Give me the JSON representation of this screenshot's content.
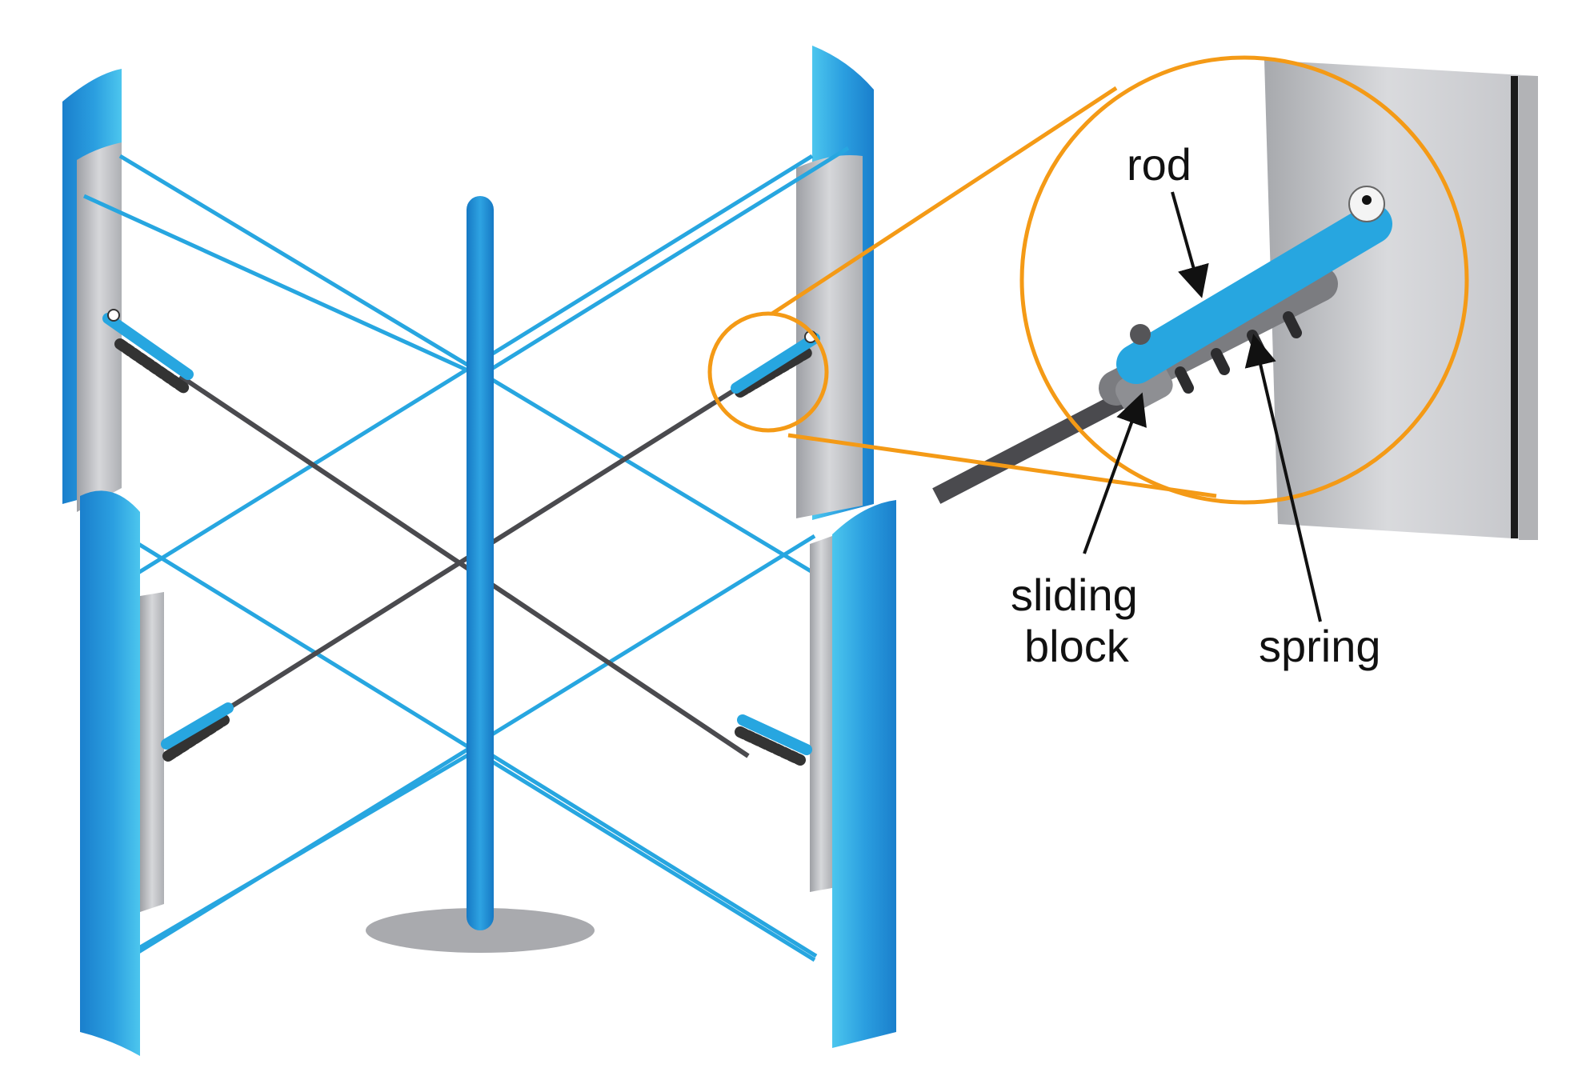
{
  "labels": {
    "rod": "rod",
    "sliding_block_line1": "sliding",
    "sliding_block_line2": "block",
    "spring": "spring"
  },
  "colors": {
    "blade_blue": "#1e8fd6",
    "blade_highlight": "#45c4ec",
    "blade_gray": "#b9bbbf",
    "arm_blue": "#27a6e0",
    "tie_rod": "#4a4a4e",
    "magnifier": "#f49a16",
    "base": "#a9aaae",
    "label_text": "#111111"
  },
  "icons": {
    "magnifier": "magnifier-circle",
    "arrows": "pointer-arrow"
  }
}
